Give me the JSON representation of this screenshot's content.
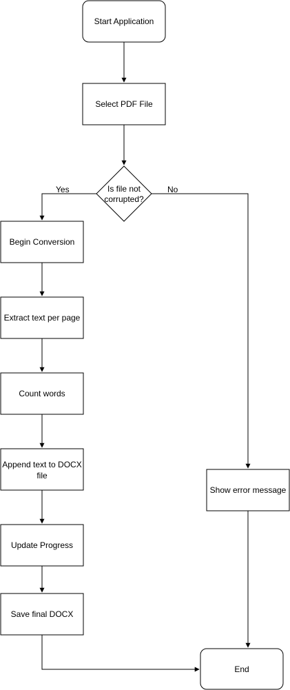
{
  "nodes": {
    "start": "Start Application",
    "select_pdf": "Select PDF File",
    "decision_line1": "Is file not",
    "decision_line2": "corrupted?",
    "begin_conversion": "Begin Conversion",
    "extract_text": "Extract text per page",
    "count_words": "Count words",
    "append_line1": "Append text to DOCX",
    "append_line2": "file",
    "update_progress": "Update Progress",
    "save_docx": "Save final DOCX",
    "show_error": "Show error message",
    "end": "End"
  },
  "edges": {
    "yes_label": "Yes",
    "no_label": "No"
  }
}
